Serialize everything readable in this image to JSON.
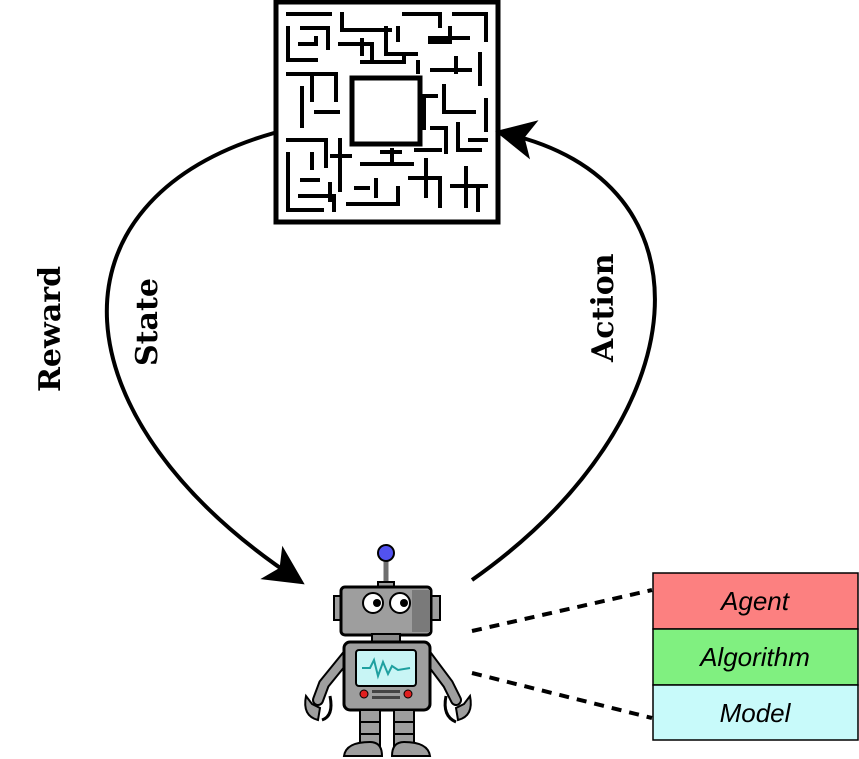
{
  "labels": {
    "reward": "Reward",
    "state": "State",
    "action": "Action"
  },
  "legend": {
    "agent": "Agent",
    "algorithm": "Algorithm",
    "model": "Model"
  },
  "colors": {
    "agent_box": "#fc8080",
    "algorithm_box": "#80f080",
    "model_box": "#c8fafa",
    "robot_body": "#9e9e9e",
    "robot_dark": "#6f6f6f",
    "antenna_ball": "#5252f0",
    "screen": "#c8f5f5",
    "screen_line": "#1fa0a0",
    "button_red": "#e02020"
  },
  "icons": {
    "environment": "maze-icon",
    "agent": "robot-icon"
  }
}
